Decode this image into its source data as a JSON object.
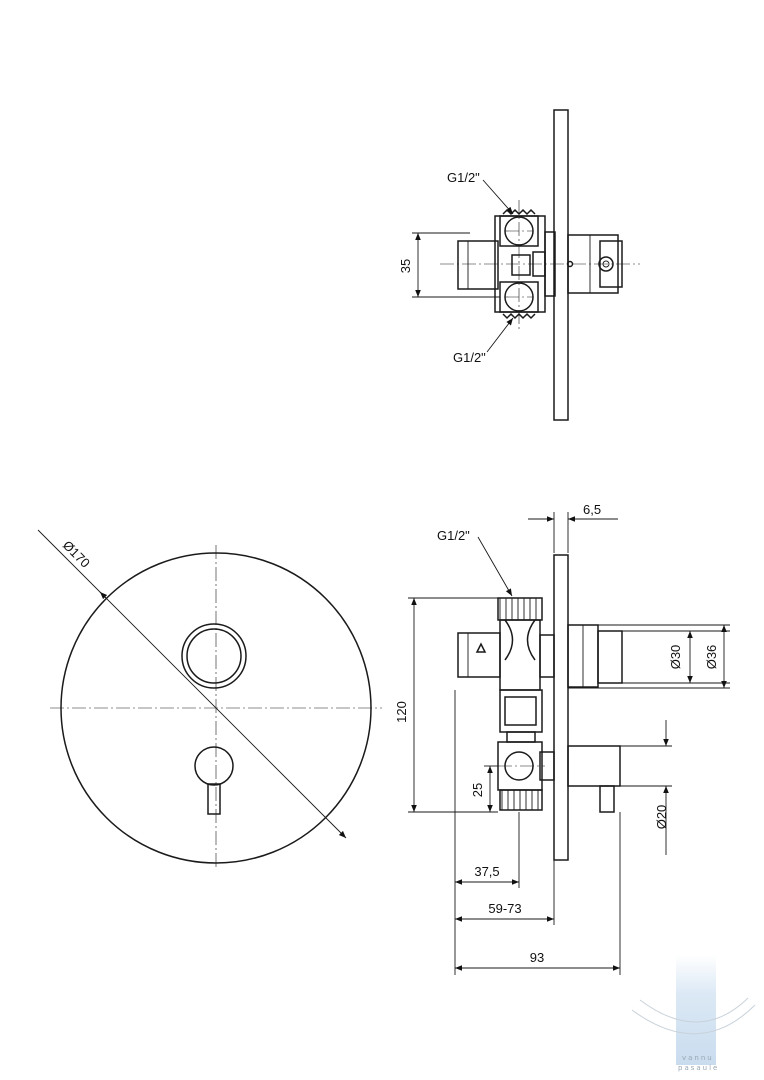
{
  "labels": {
    "thread_top_upper": "G1/2\"",
    "thread_top_lower": "G1/2\"",
    "thread_side": "G1/2\"",
    "plate_diameter": "Ø170",
    "dim_35": "35",
    "dim_6_5": "6,5",
    "dim_d30": "Ø30",
    "dim_d36": "Ø36",
    "dim_120": "120",
    "dim_25": "25",
    "dim_d20": "Ø20",
    "dim_37_5": "37,5",
    "dim_59_73": "59-73",
    "dim_93": "93"
  },
  "watermark": {
    "line1": "vannu",
    "line2": "pasaule"
  },
  "colors": {
    "line": "#1a1a1a",
    "watermark_bar": "#d9e8f4"
  }
}
